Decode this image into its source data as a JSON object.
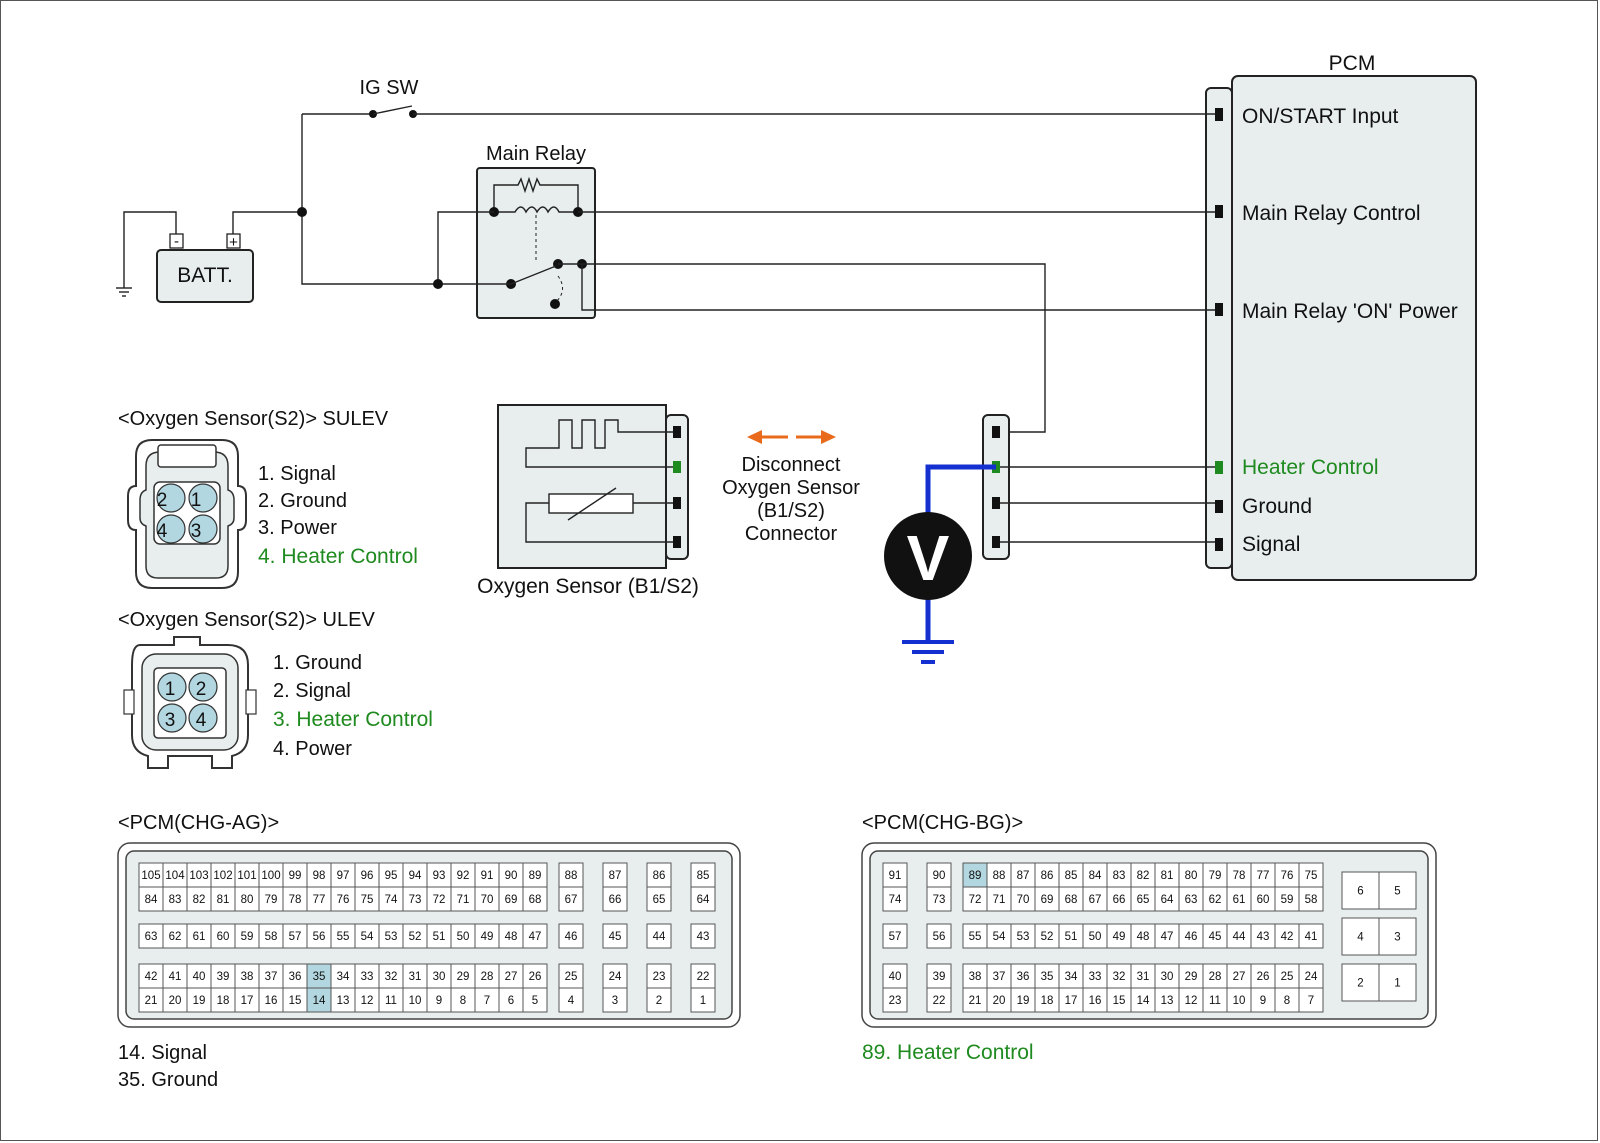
{
  "colors": {
    "heater": "#1f8a1f",
    "meter_wire": "#1430d0",
    "arrow": "#e86a1a",
    "highlight": "#b3d7e0",
    "panel": "#e8eeee"
  },
  "labels": {
    "pcm": "PCM",
    "ig_sw": "IG SW",
    "main_relay": "Main Relay",
    "batt": "BATT.",
    "batt_neg": "-",
    "batt_pos": "+",
    "pcm_on_start": "ON/START Input",
    "pcm_main_relay_control": "Main Relay Control",
    "pcm_main_relay_on_power": "Main Relay 'ON' Power",
    "pcm_heater_control": "Heater Control",
    "pcm_ground": "Ground",
    "pcm_signal": "Signal",
    "disconnect_line1": "Disconnect",
    "disconnect_line2": "Oxygen Sensor",
    "disconnect_line3": "(B1/S2)",
    "disconnect_line4": "Connector",
    "sensor_name": "Oxygen Sensor (B1/S2)",
    "meter": "V"
  },
  "sulev": {
    "title": "<Oxygen Sensor(S2)> SULEV",
    "pins": [
      "1",
      "2",
      "3",
      "4"
    ],
    "legend": [
      "1. Signal",
      "2. Ground",
      "3. Power",
      "4. Heater Control"
    ]
  },
  "ulev": {
    "title": "<Oxygen Sensor(S2)> ULEV",
    "pins": [
      "1",
      "2",
      "3",
      "4"
    ],
    "legend": [
      "1. Ground",
      "2. Signal",
      "3. Heater Control",
      "4. Power"
    ]
  },
  "pcm_ag": {
    "title": "<PCM(CHG-AG)>",
    "legend": [
      "14. Signal",
      "35. Ground"
    ],
    "highlight": [
      "14",
      "35"
    ],
    "groups": [
      {
        "rows": [
          [
            "105",
            "104",
            "103",
            "102",
            "101",
            "100",
            "99",
            "98",
            "97",
            "96",
            "95",
            "94",
            "93",
            "92",
            "91",
            "90",
            "89"
          ],
          [
            "84",
            "83",
            "82",
            "81",
            "80",
            "79",
            "78",
            "77",
            "76",
            "75",
            "74",
            "73",
            "72",
            "71",
            "70",
            "69",
            "68"
          ]
        ]
      },
      {
        "rows": [
          [
            "88"
          ],
          [
            "67"
          ]
        ]
      },
      {
        "rows": [
          [
            "87"
          ],
          [
            "66"
          ]
        ]
      },
      {
        "rows": [
          [
            "86"
          ],
          [
            "65"
          ]
        ]
      },
      {
        "rows": [
          [
            "85"
          ],
          [
            "64"
          ]
        ]
      },
      {
        "rows": [
          [
            "63",
            "62",
            "61",
            "60",
            "59",
            "58",
            "57",
            "56",
            "55",
            "54",
            "53",
            "52",
            "51",
            "50",
            "49",
            "48",
            "47"
          ]
        ]
      },
      {
        "rows": [
          [
            "46"
          ]
        ]
      },
      {
        "rows": [
          [
            "45"
          ]
        ]
      },
      {
        "rows": [
          [
            "44"
          ]
        ]
      },
      {
        "rows": [
          [
            "43"
          ]
        ]
      },
      {
        "rows": [
          [
            "42",
            "41",
            "40",
            "39",
            "38",
            "37",
            "36",
            "35",
            "34",
            "33",
            "32",
            "31",
            "30",
            "29",
            "28",
            "27",
            "26"
          ],
          [
            "21",
            "20",
            "19",
            "18",
            "17",
            "16",
            "15",
            "14",
            "13",
            "12",
            "11",
            "10",
            "9",
            "8",
            "7",
            "6",
            "5"
          ]
        ]
      },
      {
        "rows": [
          [
            "25"
          ],
          [
            "4"
          ]
        ]
      },
      {
        "rows": [
          [
            "24"
          ],
          [
            "3"
          ]
        ]
      },
      {
        "rows": [
          [
            "23"
          ],
          [
            "2"
          ]
        ]
      },
      {
        "rows": [
          [
            "22"
          ],
          [
            "1"
          ]
        ]
      }
    ]
  },
  "pcm_bg": {
    "title": "<PCM(CHG-BG)>",
    "legend": [
      "89. Heater Control"
    ],
    "highlight": [
      "89"
    ],
    "groups": [
      {
        "rows": [
          [
            "91"
          ],
          [
            "74"
          ]
        ]
      },
      {
        "rows": [
          [
            "90"
          ],
          [
            "73"
          ]
        ]
      },
      {
        "rows": [
          [
            "89",
            "88",
            "87",
            "86",
            "85",
            "84",
            "83",
            "82",
            "81",
            "80",
            "79",
            "78",
            "77",
            "76",
            "75"
          ],
          [
            "72",
            "71",
            "70",
            "69",
            "68",
            "67",
            "66",
            "65",
            "64",
            "63",
            "62",
            "61",
            "60",
            "59",
            "58"
          ]
        ]
      },
      {
        "rows": [
          [
            "57"
          ]
        ]
      },
      {
        "rows": [
          [
            "56"
          ]
        ]
      },
      {
        "rows": [
          [
            "55",
            "54",
            "53",
            "52",
            "51",
            "50",
            "49",
            "48",
            "47",
            "46",
            "45",
            "44",
            "43",
            "42",
            "41"
          ]
        ]
      },
      {
        "rows": [
          [
            "40"
          ],
          [
            "23"
          ]
        ]
      },
      {
        "rows": [
          [
            "39"
          ],
          [
            "22"
          ]
        ]
      },
      {
        "rows": [
          [
            "38",
            "37",
            "36",
            "35",
            "34",
            "33",
            "32",
            "31",
            "30",
            "29",
            "28",
            "27",
            "26",
            "25",
            "24"
          ],
          [
            "21",
            "20",
            "19",
            "18",
            "17",
            "16",
            "15",
            "14",
            "13",
            "12",
            "11",
            "10",
            "9",
            "8",
            "7"
          ]
        ]
      },
      {
        "rows": [
          [
            "6",
            "5"
          ]
        ]
      },
      {
        "rows": [
          [
            "4",
            "3"
          ]
        ]
      },
      {
        "rows": [
          [
            "2",
            "1"
          ]
        ]
      }
    ]
  }
}
